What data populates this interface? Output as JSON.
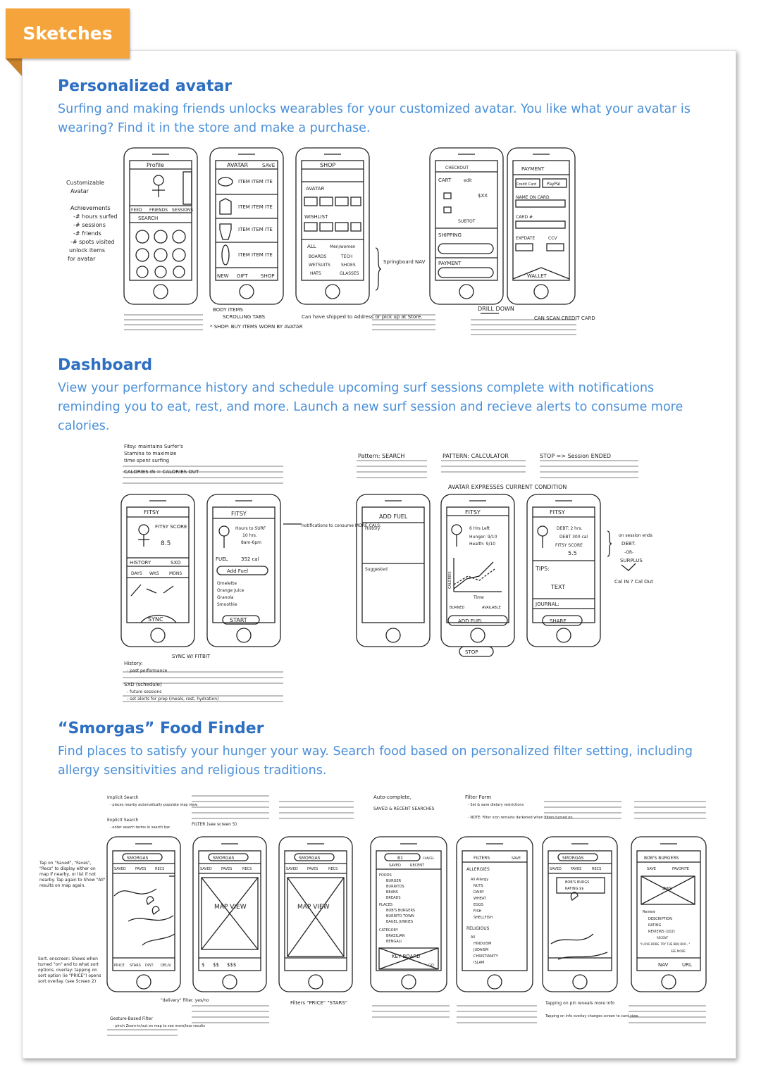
{
  "header": {
    "tab_label": "Sketches"
  },
  "sections": [
    {
      "title": "Personalized avatar",
      "description": "Surfing and making friends unlocks wearables for your customized avatar. You like what your avatar is wearing? Find it in the store and make a purchase.",
      "notes": {
        "left": [
          "Customizable",
          "Avatar",
          "Achievements",
          "-# hours surfed",
          "-# sessions",
          "-# friends",
          "-# spots visited",
          "unlock items",
          "for avatar"
        ],
        "screen1_title": "Profile",
        "screen1_tabs": [
          "FEED",
          "FRIENDS",
          "SESSIONS"
        ],
        "screen1_search": "SEARCH",
        "screen2_title": "AVATAR",
        "screen2_btn": "SAVE",
        "screen2_items": [
          "ITEM ITEM ITE",
          "ITEM ITEM ITE",
          "ITEM ITEM ITE",
          "ITEM ITEM ITE"
        ],
        "screen2_nav": [
          "NEW",
          "GIFT",
          "SHOP"
        ],
        "screen3_title": "SHOP",
        "screen3_labels": [
          "AVATAR",
          "WISHLIST",
          "ALL",
          "Men/women",
          "BOARDS",
          "TECH",
          "WETSUITS",
          "SHOES",
          "HATS",
          "GLASSES"
        ],
        "springboard": "Springboard NAV",
        "screen4_title": "CHECKOUT",
        "screen4_labels": [
          "CART",
          "edit",
          "$XX",
          "SUBTOT",
          "SHIPPING",
          "PAYMENT"
        ],
        "screen5_title": "PAYMENT",
        "screen5_labels": [
          "Credit Card",
          "PayPal",
          "NAME ON CARD",
          "CARD #",
          "EXPDATE",
          "CCV",
          "WALLET"
        ],
        "below": [
          "BODY ITEMS",
          "SCROLLING TABS",
          "* SHOP: BUY ITEMS WORN BY AVATAR",
          "Can have shipped to Address or pick up at Store.",
          "DRILL DOWN",
          "CAN SCAN CREDIT CARD"
        ]
      }
    },
    {
      "title": "Dashboard",
      "description": "View your performance history and schedule upcoming surf sessions complete with notifications reminding you to eat, rest, and more. Launch a new surf session and recieve alerts to consume more calories.",
      "notes": {
        "top_left": [
          "Fitsy: maintains Surfer's",
          "Stamina to maximize",
          "time spent surfing",
          "CALORIES IN = CALORIES OUT"
        ],
        "pattern_search": "Pattern: SEARCH",
        "pattern_calc": "PATTERN: CALCULATOR",
        "session_ended": "STOP => Session ENDED",
        "avatar_expresses": "AVATAR EXPRESSES CURRENT CONDITION",
        "screen1": [
          "FITSY",
          "FITSY SCORE",
          "8.5",
          "HISTORY",
          "SXD",
          "DAYS",
          "WKS",
          "MONS",
          "SYNC"
        ],
        "screen2": [
          "FITSY",
          "Hours to SURF",
          "10 hrs.",
          "8am-6pm",
          "FUEL",
          "352 cal",
          "Add Fuel",
          "Omelette",
          "Orange Juice",
          "Granola",
          "Smoothie",
          "START"
        ],
        "notif": "notifications to consume MORE CALS.",
        "screen3": [
          "ADD FUEL",
          "History",
          "Suggested"
        ],
        "screen4": [
          "FITSY",
          "6 Hrs Left",
          "Hunger: 9/10",
          "Health: 9/10",
          "CALORIES",
          "Time",
          "BURNED",
          "AVAILABLE",
          "ADD FUEL",
          "STOP"
        ],
        "screen5": [
          "FITSY",
          "DEBT: 2 hrs.",
          "DEBT 300 cal",
          "FITSY SCORE",
          "5.5",
          "TIPS:",
          "TEXT",
          "JOURNAL:",
          "SHARE"
        ],
        "right": [
          "on session ends",
          "DEBT.",
          "-OR-",
          "SURPLUS",
          "Cal IN ? Cal Out"
        ],
        "below": [
          "SYNC W/ FITBIT",
          "History:",
          "- past performance",
          "SXD (schedule)",
          "- future sessions",
          "- set alerts for prep (meals, rest, hydration)"
        ]
      }
    },
    {
      "title": "“Smorgas” Food Finder",
      "description": "Find places to satisfy your hunger your way. Search food based on personalized filter setting, including allergy sensitivities and religious traditions.",
      "notes": {
        "top": [
          "Implicit Search",
          "- places nearby automatically populate map view.",
          "Explicit Search",
          "- enter search terms in search bar.",
          "FILTER (see screen 5)",
          "Auto-complete,",
          "SAVED & RECENT SEARCHES",
          "Filter Form",
          "- Set & save dietary restrictions",
          "- NOTE: Filter icon remains darkened when filters turned on."
        ],
        "left": [
          "Tap on \"Saved\", \"Faves\", \"Recs\" to display either on map if nearby, or list if not nearby. Tap again to Show \"All\" results on map again.",
          "Sort. onscreen: Shows when turned \"on\" and to what sort options. overlay: tapping on sort option (ie \"PRICE\") opens sort overlay. (see Screen 2)"
        ],
        "screen1": [
          "SMORGAS",
          "SAVED",
          "FAVES",
          "RECS",
          "PRICE",
          "STARS",
          "DIST.",
          "DELIV"
        ],
        "screen2": [
          "SMORGAS",
          "SAVED",
          "FAVES",
          "RECS",
          "MAP VIEW",
          "$",
          "$$",
          "$$$"
        ],
        "screen3": [
          "SMORGAS",
          "SAVED",
          "FAVES",
          "RECS",
          "MAP VIEW"
        ],
        "screen4": [
          "B1",
          "CANCEL",
          "SAVED",
          "RECENT",
          "FOODS",
          "BURGER",
          "BURRITOS",
          "BEANS",
          "BREADS",
          "PLACES",
          "BOB'S BURGERS",
          "BURRITO TOWN",
          "BAGEL JUNKIES",
          "CATEGORY",
          "BRAZILIAN",
          "BENGALI",
          "KEY BOARD",
          "GO"
        ],
        "screen5": [
          "FILTERS",
          "SAVE",
          "ALLERGIES",
          "All Allergy",
          "NUTS",
          "DAIRY",
          "WHEAT",
          "EGGS",
          "FISH",
          "SHELLFISH",
          "RELIGIOUS",
          "All",
          "HINDUISM",
          "JUDAISM",
          "CHRISTIANITY",
          "ISLAM"
        ],
        "screen6": [
          "SMORGAS",
          "SAVED",
          "FAVES",
          "RECS",
          "BOB'S BURGS",
          "RATING $$"
        ],
        "screen7": [
          "BOB'S BURGERS",
          "SAVE",
          "FAVORITE",
          "IMG",
          "Review",
          "DESCRIPTION",
          "RATING",
          "REVIEWS (102)",
          "RECENT",
          "\"I LOVE BOBS. TRY THE BBQ BUR...\"",
          "SEE MORE",
          "NAV",
          "URL"
        ],
        "below": [
          "\"delivery\" filter. yes/no",
          "Gesture-Based Filter",
          "- pinch Zoom-in/out on map to see more/less results",
          "Filters \"PRICE\" \"STARS\"",
          "Tapping on pin reveals more info",
          "Tapping on info overlay changes screen to card view."
        ]
      }
    }
  ]
}
